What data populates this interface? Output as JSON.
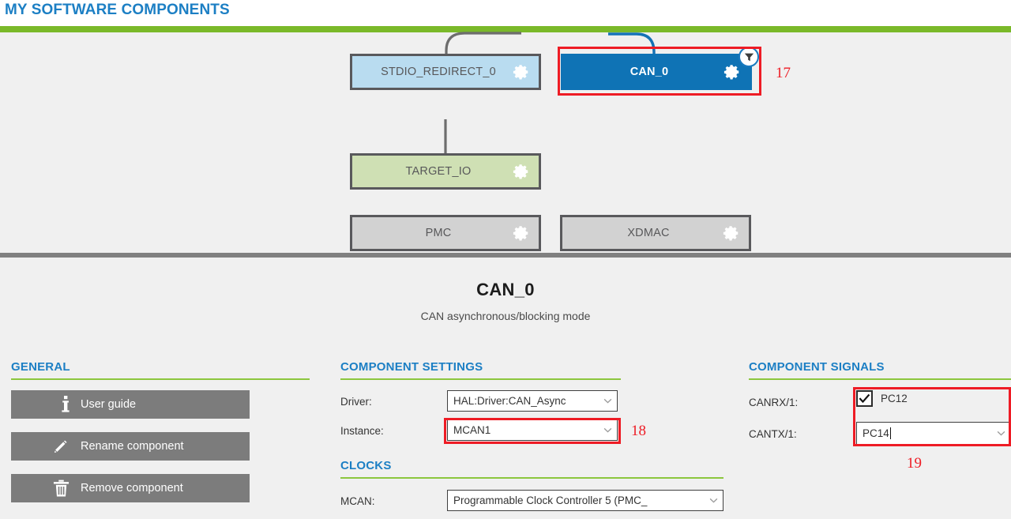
{
  "header": {
    "title": "MY SOFTWARE COMPONENTS",
    "title_color": "#1c7fc4",
    "rule_color": "#7ab929"
  },
  "diagram": {
    "blocks": [
      {
        "id": "stdio",
        "label": "STDIO_REDIRECT_0",
        "style": "blue-light",
        "gear": "gear-icon"
      },
      {
        "id": "can0",
        "label": "CAN_0",
        "style": "selected",
        "gear": "gear-icon",
        "badge": "filter-icon"
      },
      {
        "id": "target",
        "label": "TARGET_IO",
        "style": "green-light",
        "gear": "gear-icon"
      },
      {
        "id": "pmc",
        "label": "PMC",
        "style": "grey",
        "gear": "gear-icon"
      },
      {
        "id": "xdmac",
        "label": "XDMAC",
        "style": "grey",
        "gear": "gear-icon"
      }
    ],
    "selected_block": "CAN_0",
    "selected_color": "#0f73b5",
    "wire_colors": {
      "grey": "#6d6d6d",
      "blue": "#1472b5"
    }
  },
  "annotations": [
    {
      "id": "a17",
      "number": "17",
      "target": "CAN_0 block in diagram"
    },
    {
      "id": "a18",
      "number": "18",
      "target": "Instance combobox"
    },
    {
      "id": "a19",
      "number": "19",
      "target": "Component signals group"
    }
  ],
  "annotation_color": "#ee1c25",
  "detail": {
    "title": "CAN_0",
    "subtitle": "CAN asynchronous/blocking mode",
    "general": {
      "heading": "GENERAL",
      "buttons": [
        {
          "label": "User guide",
          "icon": "info-icon"
        },
        {
          "label": "Rename component",
          "icon": "pencil-icon"
        },
        {
          "label": "Remove component",
          "icon": "trash-icon"
        }
      ]
    },
    "component_settings": {
      "heading": "COMPONENT SETTINGS",
      "fields": [
        {
          "label": "Driver:",
          "value": "HAL:Driver:CAN_Async",
          "control": "combobox"
        },
        {
          "label": "Instance:",
          "value": "MCAN1",
          "control": "combobox"
        }
      ]
    },
    "clocks": {
      "heading": "CLOCKS",
      "fields": [
        {
          "label": "MCAN:",
          "value": "Programmable Clock Controller 5 (PMC_",
          "control": "combobox"
        }
      ]
    },
    "component_signals": {
      "heading": "COMPONENT SIGNALS",
      "rows": [
        {
          "label": "CANRX/1:",
          "control": "checkbox",
          "checked": true,
          "value": "PC12"
        },
        {
          "label": "CANTX/1:",
          "control": "combobox-editable",
          "value": "PC14",
          "focused": true
        }
      ]
    }
  }
}
